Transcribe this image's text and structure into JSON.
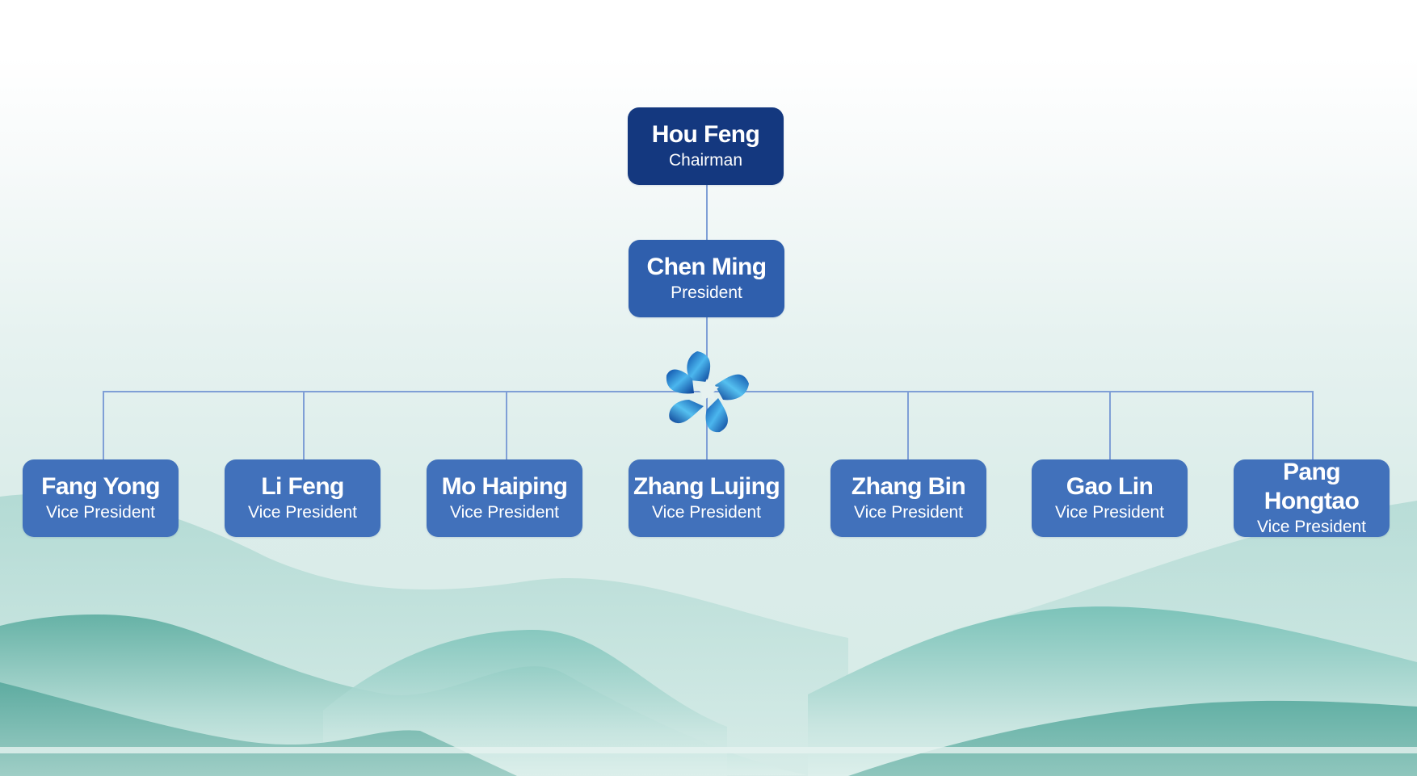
{
  "chart": {
    "type": "org-chart",
    "colors": {
      "chairman_box": "#14387f",
      "president_box": "#2f5fad",
      "vp_box": "#4171bb",
      "connector": "#7f9fd6",
      "text": "#ffffff",
      "mountain": "#5fb0a5"
    },
    "chairman": {
      "name": "Hou Feng",
      "title": "Chairman"
    },
    "president": {
      "name": "Chen Ming",
      "title": "President"
    },
    "logo": {
      "icon": "company-flower-logo-icon"
    },
    "vice_presidents": [
      {
        "name": "Fang Yong",
        "title": "Vice President"
      },
      {
        "name": "Li Feng",
        "title": "Vice President"
      },
      {
        "name": "Mo Haiping",
        "title": "Vice President"
      },
      {
        "name": "Zhang Lujing",
        "title": "Vice President"
      },
      {
        "name": "Zhang Bin",
        "title": "Vice President"
      },
      {
        "name": "Gao Lin",
        "title": "Vice President"
      },
      {
        "name": "Pang Hongtao",
        "title": "Vice President"
      }
    ]
  }
}
